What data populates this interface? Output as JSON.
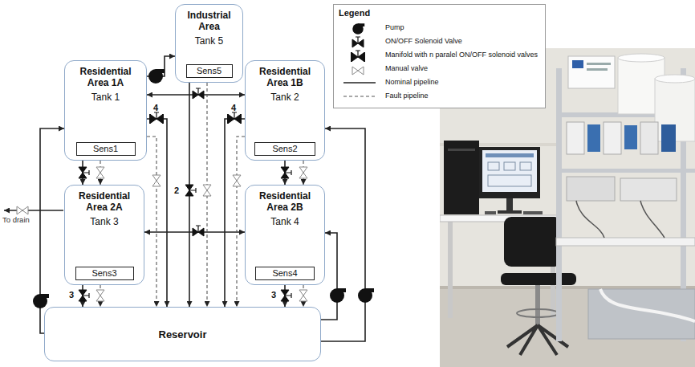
{
  "diagram": {
    "nodes": [
      {
        "text": [
          "Industrial Area",
          "Tank 5"
        ]
      },
      {
        "text": [
          "Sens5"
        ],
        "in": 0
      },
      {
        "text": [
          "Residential Area 1A",
          "Tank 1"
        ]
      },
      {
        "text": [
          "Sens1"
        ],
        "in": 2
      },
      {
        "text": [
          "Residential Area 1B",
          "Tank 2"
        ]
      },
      {
        "text": [
          "Sens2"
        ],
        "in": 4
      },
      {
        "text": [
          "Residential Area 2A",
          "Tank 3"
        ]
      },
      {
        "text": [
          "Sens3"
        ],
        "in": 6
      },
      {
        "text": [
          "Residential Area 2B",
          "Tank 4"
        ]
      },
      {
        "text": [
          "Sens4"
        ],
        "in": 8
      },
      {
        "text": [
          "Reservoir"
        ]
      }
    ],
    "edges": [
      {
        "from": 2,
        "to": 0,
        "arrow": "to"
      },
      {
        "from": 2,
        "to": 4,
        "arrow": "both"
      },
      {
        "from": 6,
        "to": 8,
        "arrow": "both"
      },
      {
        "from": 2,
        "to": 6,
        "arrow": "to"
      },
      {
        "from": 2,
        "to": 6,
        "arrow": "to"
      },
      {
        "from": 4,
        "to": 8,
        "arrow": "to"
      },
      {
        "from": 4,
        "to": 8,
        "arrow": "to"
      },
      {
        "from": 6,
        "to": 10,
        "arrow": "to"
      },
      {
        "from": 6,
        "to": 10,
        "arrow": "to"
      },
      {
        "from": 8,
        "to": 10,
        "arrow": "to"
      },
      {
        "from": 8,
        "to": 10,
        "arrow": "to"
      },
      {
        "from": 0,
        "to": 10,
        "arrow": "to"
      },
      {
        "from": 0,
        "to": 10,
        "arrow": "to"
      },
      {
        "from": 2,
        "to": 10,
        "arrow": "to"
      },
      {
        "from": 2,
        "to": 10,
        "arrow": "to"
      },
      {
        "from": 4,
        "to": 10,
        "arrow": "to"
      },
      {
        "from": 4,
        "to": 10,
        "arrow": "to"
      },
      {
        "from": 10,
        "to": 2,
        "arrow": "to"
      },
      {
        "from": 10,
        "to": 8,
        "arrow": "to"
      },
      {
        "from": 10,
        "to": 4,
        "arrow": "to"
      }
    ],
    "labels": [
      "Legend",
      "4",
      "4",
      "2",
      "To drain",
      "3",
      "3"
    ],
    "legend": [
      {
        "text": "Pump"
      },
      {
        "text": "ON/OFF Solenoid Valve"
      },
      {
        "text": "Manifold with n paralel ON/OFF solenoid valves"
      },
      {
        "text": "Manual valve"
      },
      {
        "text": "Nominal pipeline"
      },
      {
        "text": "Fault pipeline"
      }
    ]
  }
}
